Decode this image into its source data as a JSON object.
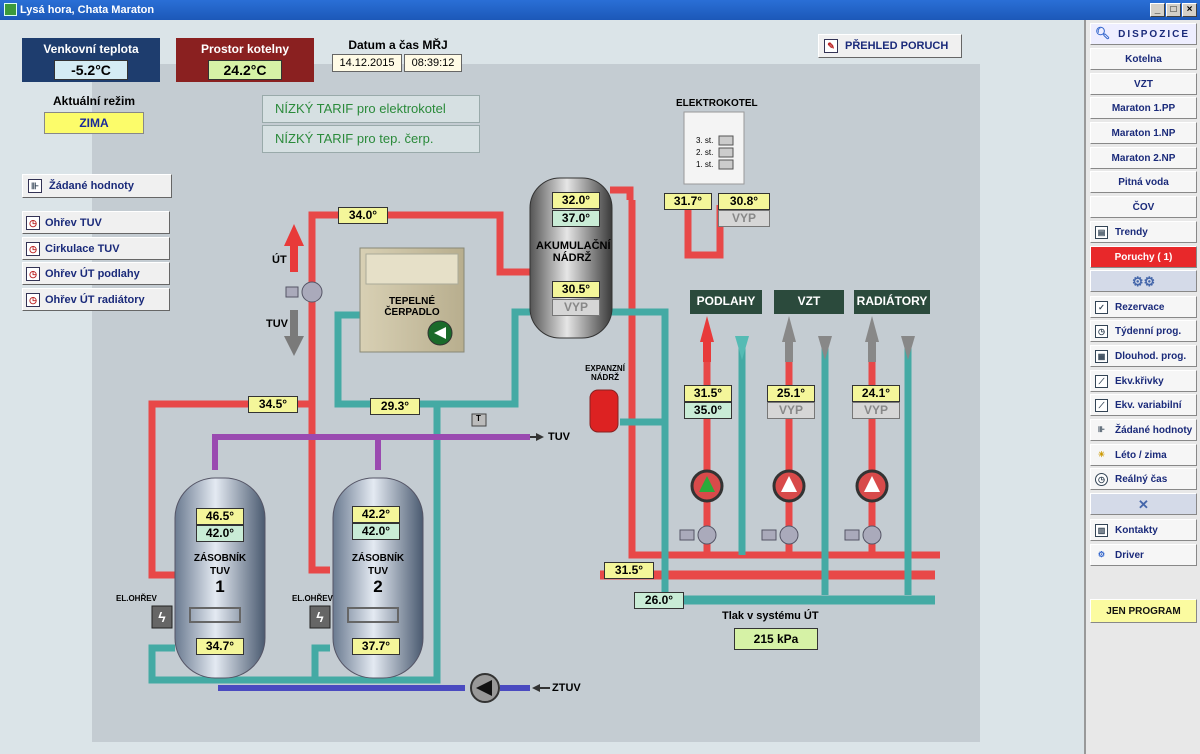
{
  "window": {
    "title": "Lysá hora,  Chata Maraton"
  },
  "outside_temp": {
    "label": "Venkovní teplota",
    "value": "-5.2°C"
  },
  "boiler_room": {
    "label": "Prostor kotelny",
    "value": "24.2°C"
  },
  "datetime": {
    "label": "Datum a čas MŘJ",
    "date": "14.12.2015",
    "time": "08:39:12"
  },
  "mode": {
    "label": "Aktuální režim",
    "value": "ZIMA"
  },
  "fault_overview_label": "PŘEHLED PORUCH",
  "tariffs": [
    "NÍZKÝ TARIF pro elektrokotel",
    "NÍZKÝ TARIF pro tep. čerp."
  ],
  "setpoints_button": "Žádané hodnoty",
  "schedule_buttons": [
    "Ohřev TUV",
    "Cirkulace TUV",
    "Ohřev ÚT podlahy",
    "Ohřev ÚT radiátory"
  ],
  "diagram": {
    "labels": {
      "ut": "ÚT",
      "tuv": "TUV",
      "tuv_out": "TUV",
      "ztuv": "ZTUV",
      "heat_pump": "TEPELNÉ ČERPADLO",
      "heat_pump_l1": "TEPELNÉ",
      "heat_pump_l2": "ČERPADLO",
      "accum_l1": "AKUMULAČNÍ",
      "accum_l2": "NÁDRŽ",
      "expansion_l1": "EXPANZNÍ",
      "expansion_l2": "NÁDRŽ",
      "electric_boiler": "ELEKTROKOTEL",
      "stages": [
        "3. st.",
        "2. st.",
        "1. st."
      ],
      "tank1_l1": "ZÁSOBNÍK",
      "tank1_l2": "TUV",
      "tank1_num": "1",
      "tank2_l1": "ZÁSOBNÍK",
      "tank2_l2": "TUV",
      "tank2_num": "2",
      "el_heat1": "EL.OHŘEV",
      "el_heat2": "EL.OHŘEV",
      "t_sensor": "T",
      "pressure_label": "Tlak v systému ÚT"
    },
    "values": {
      "hp_out": "34.0°",
      "supply_left": "34.5°",
      "hp_return": "29.3°",
      "accum_top1": "32.0°",
      "accum_top2": "37.0°",
      "accum_bottom": "30.5°",
      "accum_bottom_state": "VYP",
      "eboiler_left": "31.7°",
      "eboiler_right": "30.8°",
      "eboiler_state": "VYP",
      "tank1_top1": "46.5°",
      "tank1_top2": "42.0°",
      "tank1_bottom": "34.7°",
      "tank2_top1": "42.2°",
      "tank2_top2": "42.0°",
      "tank2_bottom": "37.7°",
      "header_supply": "31.5°",
      "header_return": "26.0°",
      "pressure": "215 kPa"
    },
    "zones": [
      {
        "name": "PODLAHY",
        "v1": "31.5°",
        "v2": "35.0°",
        "v2_off": false
      },
      {
        "name": "VZT",
        "v1": "25.1°",
        "v2": "VYP",
        "v2_off": true
      },
      {
        "name": "RADIÁTORY",
        "v1": "24.1°",
        "v2": "VYP",
        "v2_off": true
      }
    ]
  },
  "menu": {
    "header": "DISPOZICE",
    "items": [
      "Kotelna",
      "VZT",
      "Maraton 1.PP",
      "Maraton 1.NP",
      "Maraton 2.NP",
      "Pitná voda",
      "ČOV"
    ],
    "trends": "Trendy",
    "alarms": "Poruchy ( 1)",
    "tools": [
      "Rezervace",
      "Týdenní prog.",
      "Dlouhod. prog.",
      "Ekv.křivky",
      "Ekv. variabilní",
      "Žádané hodnoty",
      "Léto / zima",
      "Reálný čas"
    ],
    "contacts": "Kontakty",
    "driver": "Driver",
    "program": "JEN PROGRAM"
  },
  "colors": {
    "hot": "#e83a3a",
    "cold": "#3aa8a0",
    "tuv": "#8a3aa0",
    "ztuv": "#3a3aa8"
  }
}
